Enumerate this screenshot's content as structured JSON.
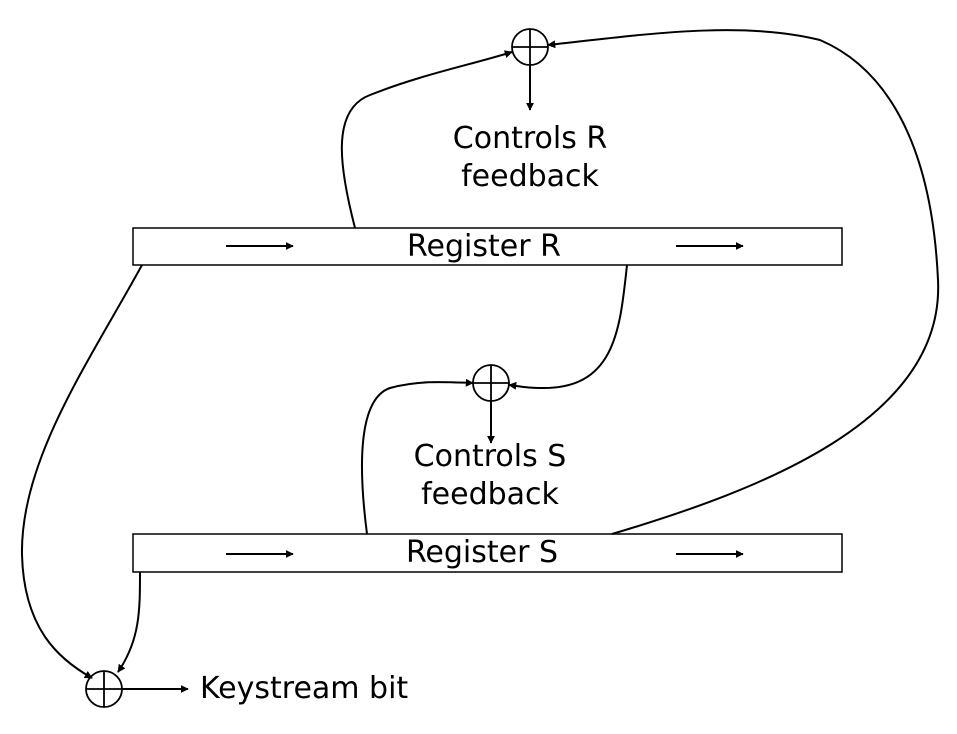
{
  "diagram": {
    "registers": {
      "r": {
        "label": "Register R"
      },
      "s": {
        "label": "Register S"
      }
    },
    "control_r": {
      "line1": "Controls R",
      "line2": "feedback"
    },
    "control_s": {
      "line1": "Controls S",
      "line2": "feedback"
    },
    "output": {
      "label": "Keystream bit"
    },
    "nodes": {
      "xor_top": "xor-icon",
      "xor_middle": "xor-icon",
      "xor_bottom": "xor-icon"
    },
    "colors": {
      "stroke": "#000000",
      "background": "#ffffff"
    }
  }
}
